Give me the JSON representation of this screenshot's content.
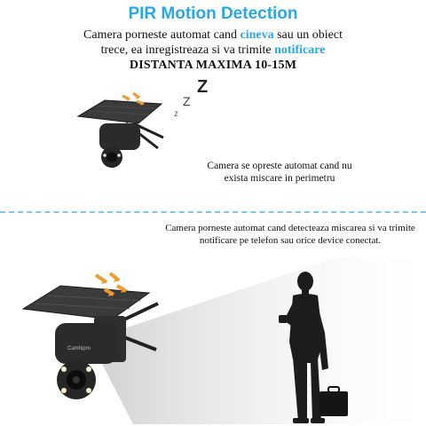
{
  "header": {
    "title": "PIR Motion Detection",
    "line1_prefix": "Camera porneste automat  cand ",
    "line1_highlight": "cineva",
    "line1_suffix": " sau un obiect",
    "line2_prefix": "trece, ea inregistreaza si va trimite ",
    "line2_highlight": "notificare",
    "line3": "DISTANTA MAXIMA 10-15M"
  },
  "sleep_scene": {
    "description": "Camera se opreste automat cand nu exista miscare in perimetru",
    "zzz": [
      "Z",
      "Z",
      "z"
    ]
  },
  "detect_scene": {
    "description": "Camera porneste automat cand detecteaza miscarea si va trimite notificare pe telefon sau orice device conectat.",
    "brand_label": "Camhipro"
  },
  "colors": {
    "accent": "#2aa7e6",
    "divider": "#7fc6ee",
    "arrow": "#f29a2e",
    "camera_body": "#2b2b2b",
    "panel": "#3b3b3b",
    "silhouette": "#1c1c1c"
  }
}
